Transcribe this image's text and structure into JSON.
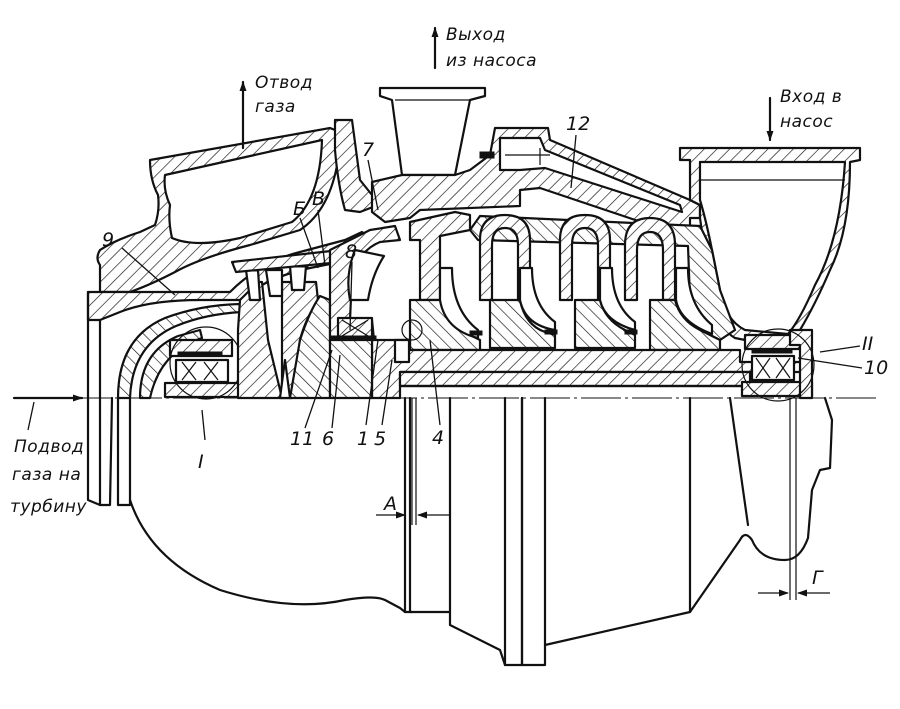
{
  "drawing": {
    "flow_labels": {
      "gas_exhaust": [
        "Отвод",
        "газа"
      ],
      "pump_outlet": [
        "Выход",
        "из насоса"
      ],
      "pump_inlet": [
        "Вход в",
        "насос"
      ],
      "turbine_gas_inlet": [
        "Подвод",
        "газа на",
        "турбину"
      ]
    },
    "part_numbers": {
      "p1": "1",
      "p4": "4",
      "p5": "5",
      "p6": "6",
      "p7": "7",
      "p8": "8",
      "p9": "9",
      "p10": "10",
      "p11": "11",
      "p12": "12"
    },
    "cavity_letters": {
      "b": "Б",
      "v": "В"
    },
    "detail_marks": {
      "detail_1": "I",
      "detail_2": "II"
    },
    "gap_dimensions": {
      "gap_a": "А",
      "gap_g": "Г"
    },
    "colors": {
      "ink": "#111111",
      "paper": "#ffffff"
    }
  }
}
